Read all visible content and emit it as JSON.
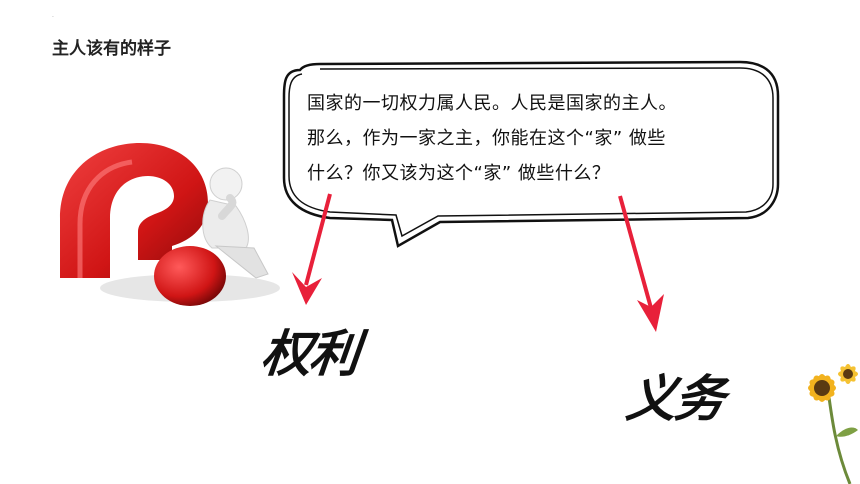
{
  "header": {
    "title": "主人该有的样子"
  },
  "bubble": {
    "lines": [
      "国家的一切权力属人民。人民是国家的主人。",
      "那么，作为一家之主，你能在这个“家” 做些",
      "什么？你又该为这个“家” 做些什么？"
    ]
  },
  "labels": {
    "rights": "权利",
    "duties": "义务"
  },
  "colors": {
    "arrow": "#e8203a",
    "question_mark": "#d81818",
    "text": "#111111"
  },
  "icons": [
    "question-mark-figure-icon",
    "sunflower-icon"
  ]
}
